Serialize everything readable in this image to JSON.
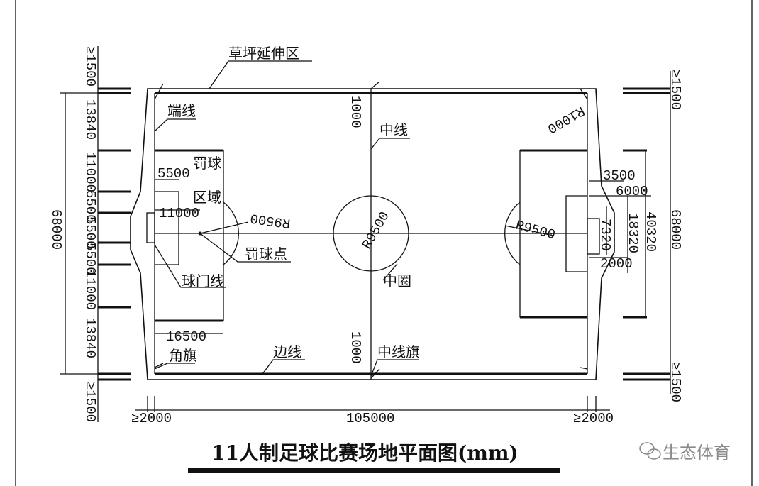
{
  "title": "11人制足球比赛场地平面图(mm)",
  "watermark": {
    "icon": "wechat-icon",
    "text": "生态体育"
  },
  "labels": {
    "grass_extension": "草坪延伸区",
    "end_line": "端线",
    "penalty_area_1": "罚球",
    "penalty_area_2": "区域",
    "penalty_spot": "罚球点",
    "goal_line": "球门线",
    "corner_flag": "角旗",
    "side_line": "边线",
    "halfway_line": "中线",
    "center_circle": "中圈",
    "halfway_flag": "中线旗"
  },
  "dimensions": {
    "left_stack": [
      "≥1500",
      "13840",
      "11000",
      "5500",
      "5500",
      "5500",
      "11000",
      "13840",
      "≥1500"
    ],
    "width_left": "68000",
    "goal_area_depth": "5500",
    "penalty_mark": "11000",
    "penalty_depth": "16500",
    "arc_radius_left": "R9500",
    "center_radius": "R9500",
    "arc_radius_right": "R9500",
    "corner_radius": "R1000",
    "flag_offset_top": "1000",
    "flag_offset_bottom": "1000",
    "goal_depth_right": "3500",
    "goal_area_right": "6000",
    "goal_width": "7320",
    "goal_post_gap": "2000",
    "goal_area_width": "18320",
    "penalty_width": "40320",
    "width_right": "68000",
    "right_top_margin": "≥1500",
    "right_bottom_margin": "≥1500",
    "bottom_left_margin": "≥2000",
    "length": "105000",
    "bottom_right_margin": "≥2000"
  }
}
